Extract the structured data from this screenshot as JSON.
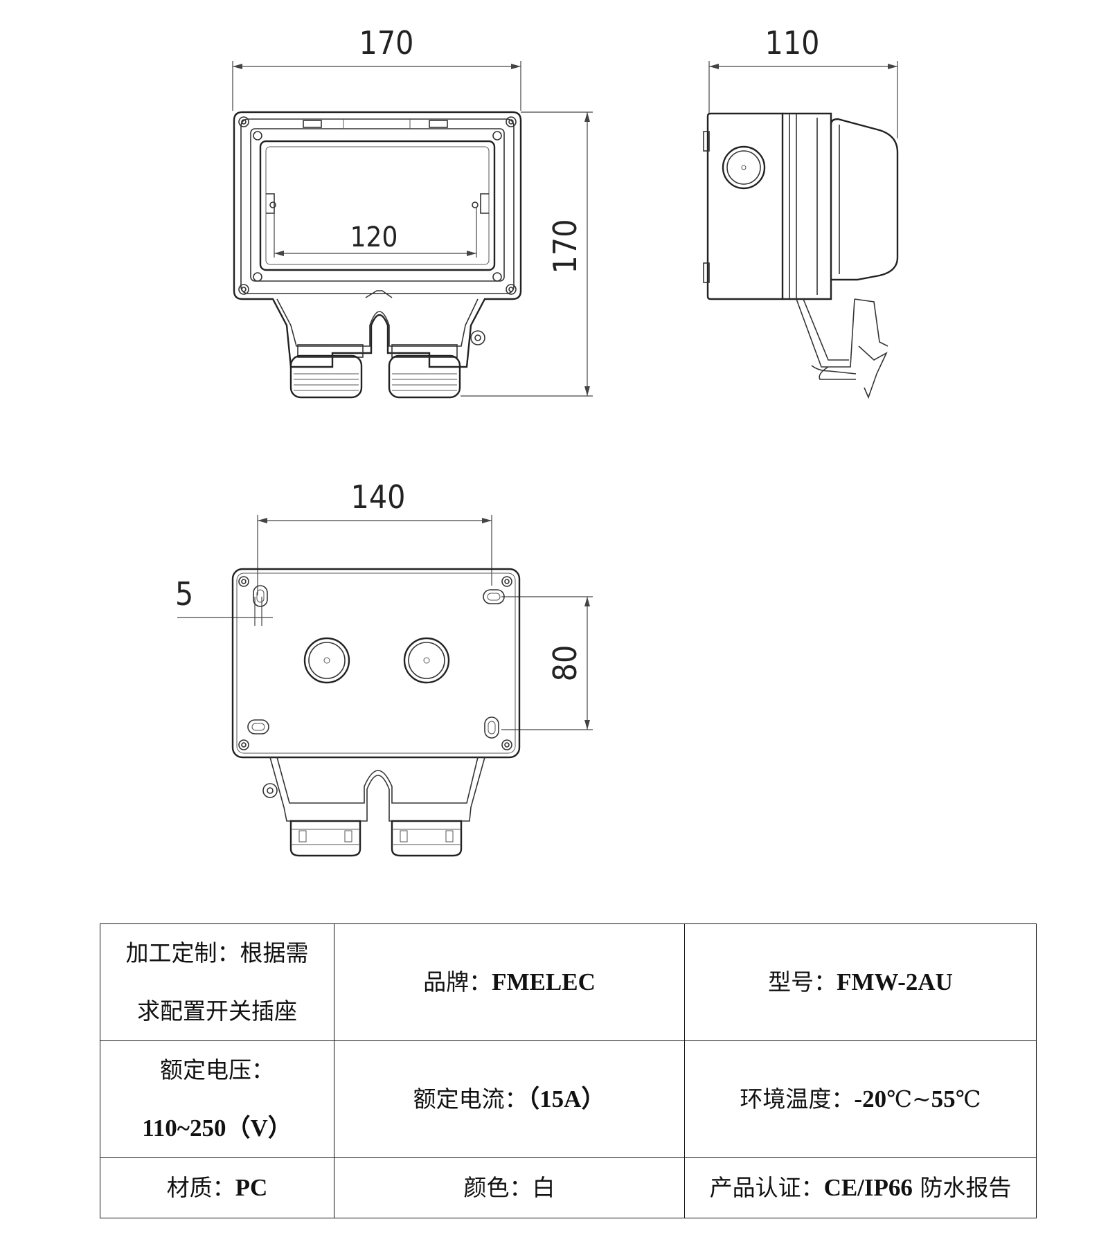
{
  "drawing": {
    "front_view": {
      "width_dim": "170",
      "height_dim": "170",
      "inner_dim": "120"
    },
    "side_view": {
      "depth_dim": "110"
    },
    "rear_view": {
      "hole_spacing_dim": "140",
      "slot_dim": "5",
      "vertical_spacing_dim": "80"
    }
  },
  "spec_table": {
    "customization_line1": "加工定制：根据需",
    "customization_line2": "求配置开关插座",
    "brand_label": "品牌：",
    "brand_value": "FMELEC",
    "model_label": "型号：",
    "model_value": "FMW-2AU",
    "voltage_label": "额定电压：",
    "voltage_value": "110~250",
    "voltage_unit": "（V）",
    "current_label": "额定电流：",
    "current_value": "（15A）",
    "temp_label": "环境温度：",
    "temp_value_1": "-20",
    "temp_value_1_unit": "℃~",
    "temp_value_2": "55",
    "temp_value_2_unit": "℃",
    "material_label": "材质：",
    "material_value": "PC",
    "color_label": "颜色：",
    "color_value": "白",
    "cert_label": "产品认证：",
    "cert_value": "CE/IP66",
    "cert_suffix": " 防水报告"
  }
}
